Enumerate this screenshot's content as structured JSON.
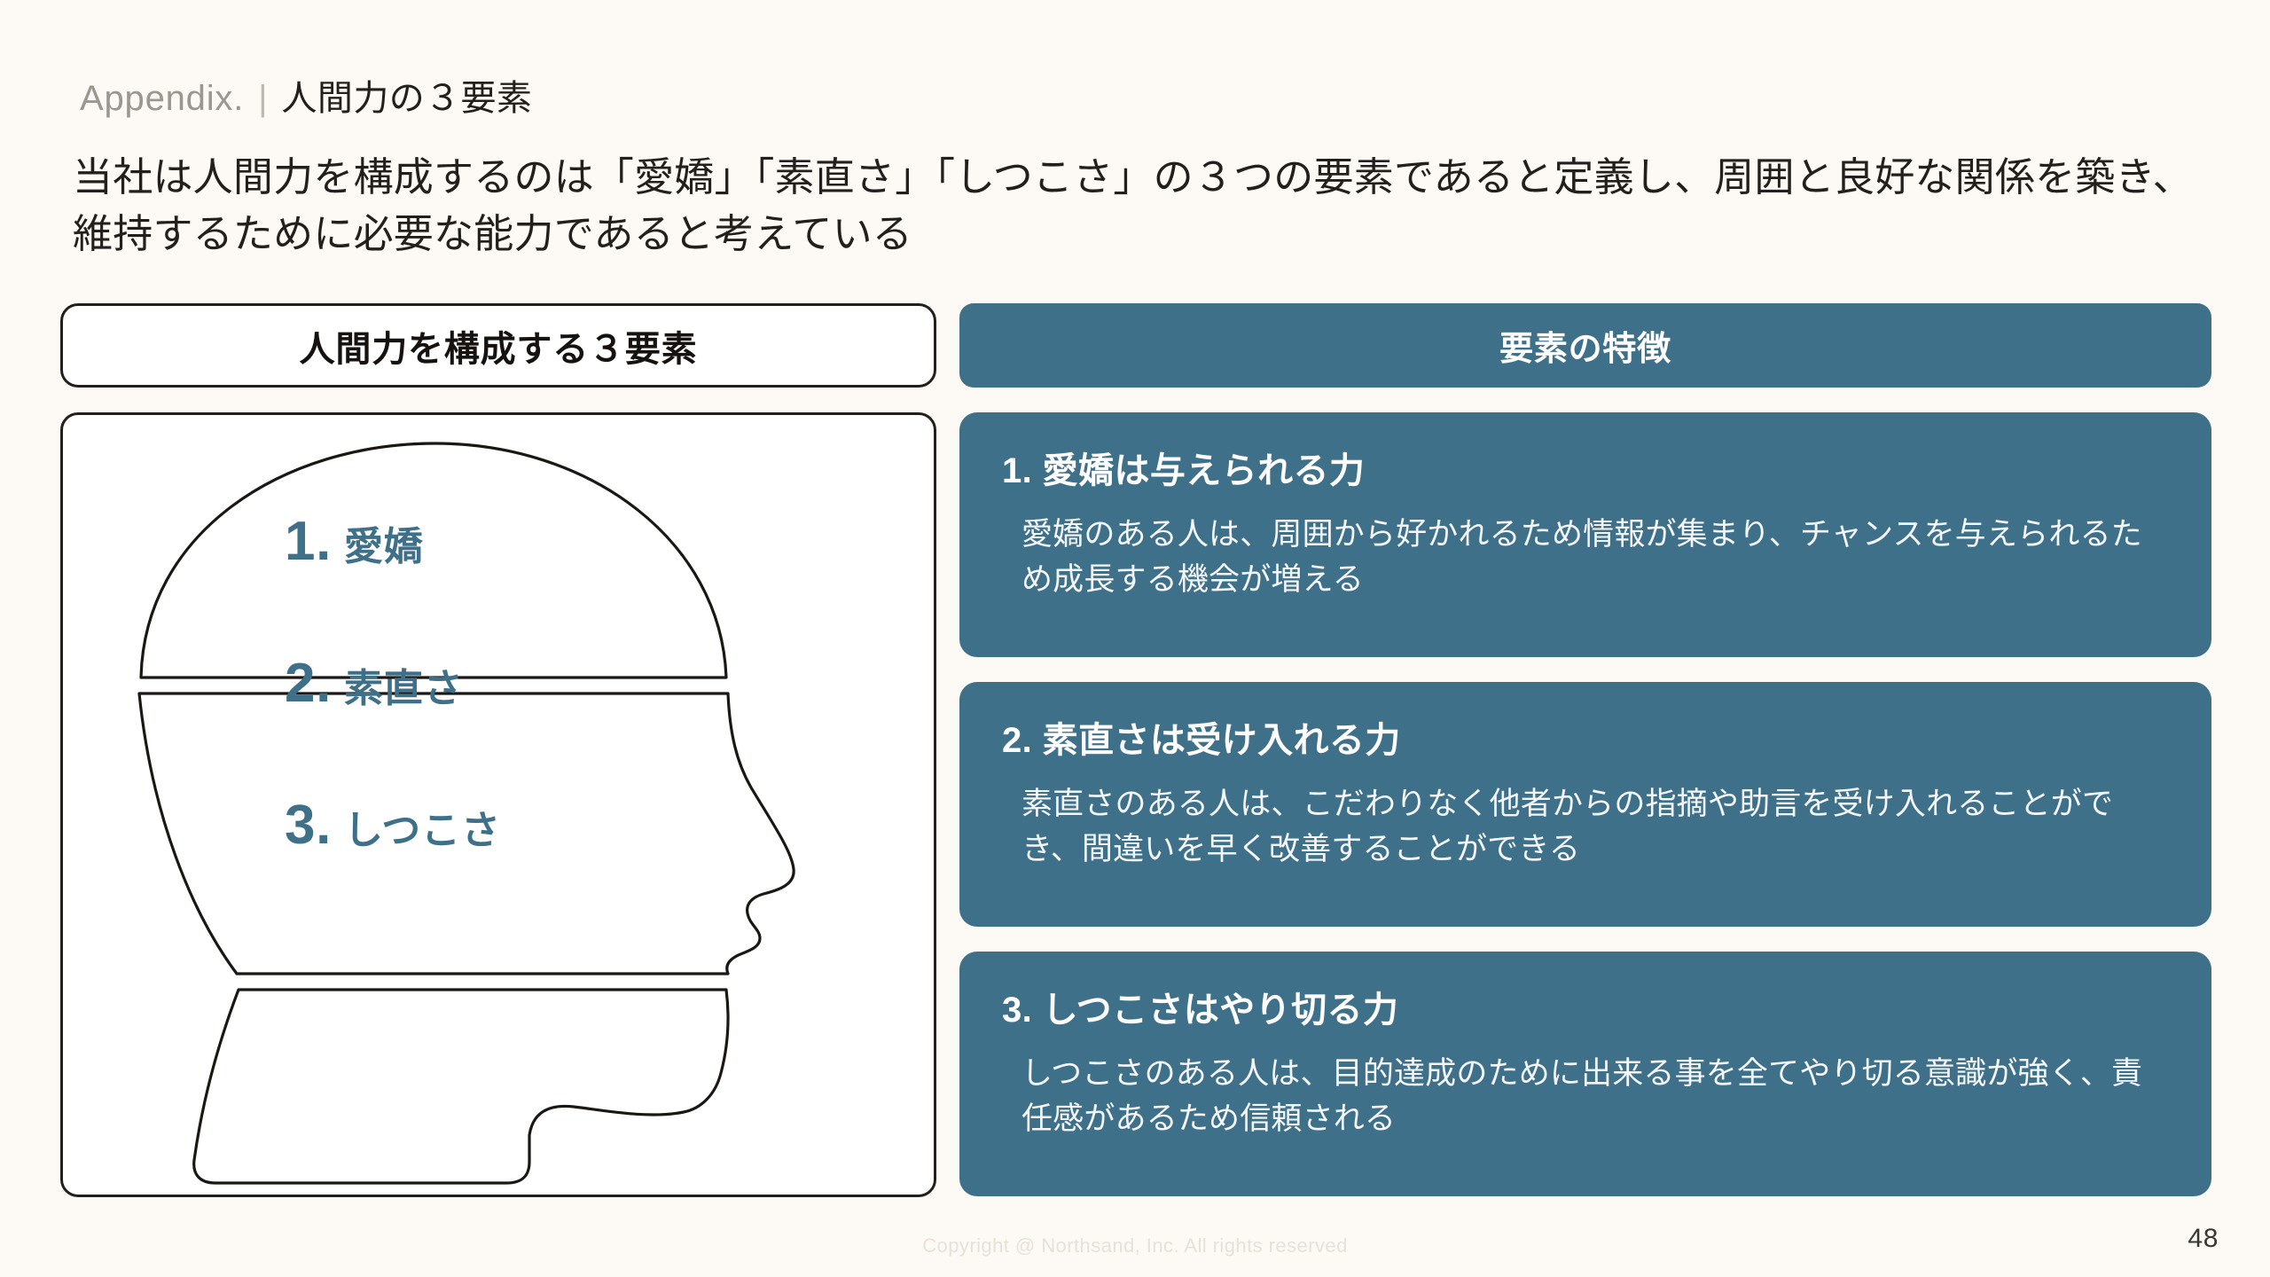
{
  "header": {
    "eyebrow": "Appendix.",
    "separator": "|",
    "title": "人間力の３要素"
  },
  "lead": "当社は人間力を構成するのは「愛嬌」「素直さ」「しつこさ」の３つの要素であると定義し、周囲と良好な関係を築き、維持するために必要な能力であると考えている",
  "left_panel": {
    "header_label": "人間力を構成する３要素",
    "diagram": {
      "name": "human-head-profile-diagram",
      "segments": [
        {
          "num": "1.",
          "word": "愛嬌"
        },
        {
          "num": "2.",
          "word": "素直さ"
        },
        {
          "num": "3.",
          "word": "しつこさ"
        }
      ]
    }
  },
  "right_panel": {
    "header_label": "要素の特徴",
    "cards": [
      {
        "title": "1. 愛嬌は与えられる力",
        "body": "愛嬌のある人は、周囲から好かれるため情報が集まり、チャンスを与えられるため成長する機会が増える"
      },
      {
        "title": "2. 素直さは受け入れる力",
        "body": "素直さのある人は、こだわりなく他者からの指摘や助言を受け入れることができ、間違いを早く改善することができる"
      },
      {
        "title": "3. しつこさはやり切る力",
        "body": "しつこさのある人は、目的達成のために出来る事を全てやり切る意識が強く、責任感があるため信頼される"
      }
    ]
  },
  "footer": {
    "copyright": "Copyright @ Northsand, Inc. All rights reserved",
    "page_number": "48"
  },
  "colors": {
    "background": "#fdf9f4",
    "accent_teal": "#3f7089",
    "ink": "#231f1c",
    "card_text": "#ffffff"
  }
}
